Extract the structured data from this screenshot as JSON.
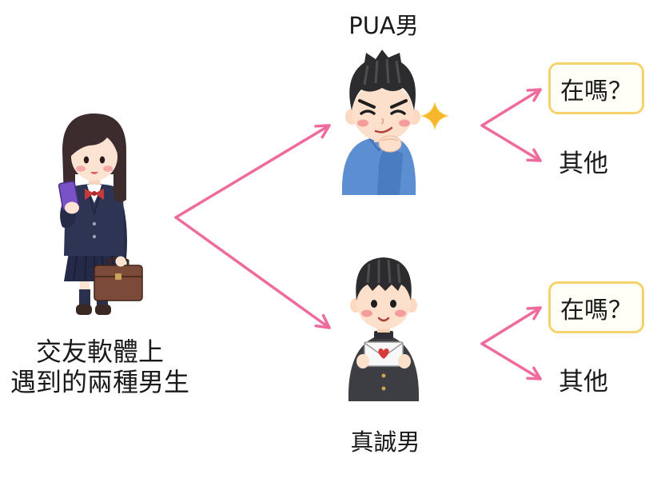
{
  "caption": {
    "line1": "交友軟體上",
    "line2": "遇到的兩種男生"
  },
  "branches": [
    {
      "label": "PUA男",
      "options": [
        {
          "text": "在嗎？"
        },
        {
          "text": "其他"
        }
      ]
    },
    {
      "label": "真誠男",
      "options": [
        {
          "text": "在嗎？"
        },
        {
          "text": "其他"
        }
      ]
    }
  ],
  "colors": {
    "arrow": "#ef6b9e",
    "option_box_border": "#f5d36c",
    "option_box_fill": "#fffef7",
    "text": "#1a1a1a"
  },
  "icons": [
    "phone-icon",
    "briefcase-icon",
    "ribbon-icon",
    "sparkle-icon",
    "envelope-icon",
    "heart-icon"
  ]
}
